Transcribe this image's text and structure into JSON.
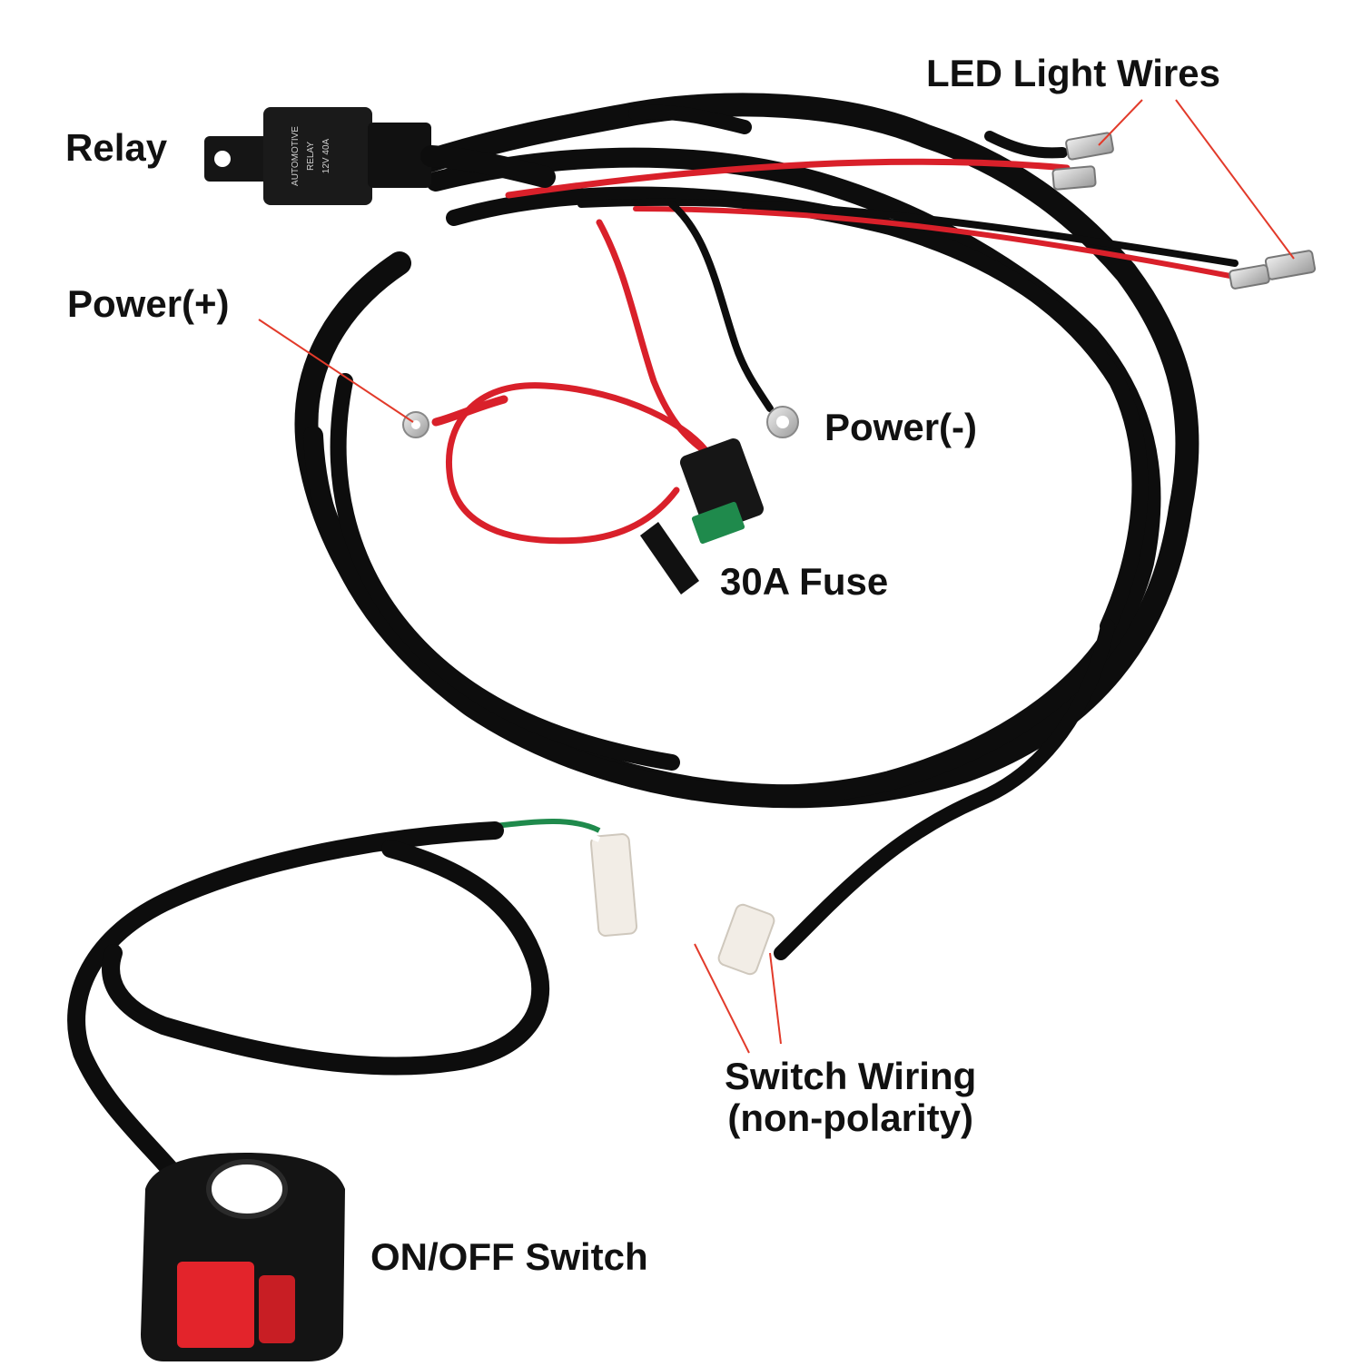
{
  "labels": {
    "led_light_wires": "LED Light Wires",
    "relay": "Relay",
    "power_plus": "Power(+)",
    "power_minus": "Power(-)",
    "fuse": "30A Fuse",
    "switch_wiring_line1": "Switch Wiring",
    "switch_wiring_line2": "(non-polarity)",
    "on_off_switch": "ON/OFF Switch"
  },
  "relay_print": {
    "line1": "AUTOMOTIVE",
    "line2": "RELAY",
    "line3": "12V 40A"
  },
  "colors": {
    "harness": "#0d0d0d",
    "red_wire": "#d9202a",
    "leader_line": "#e23a2a",
    "switch_button": "#e3242b",
    "fuse_green": "#1f8a4c",
    "terminal": "#c9c9c9",
    "connector": "#f2ede6"
  }
}
